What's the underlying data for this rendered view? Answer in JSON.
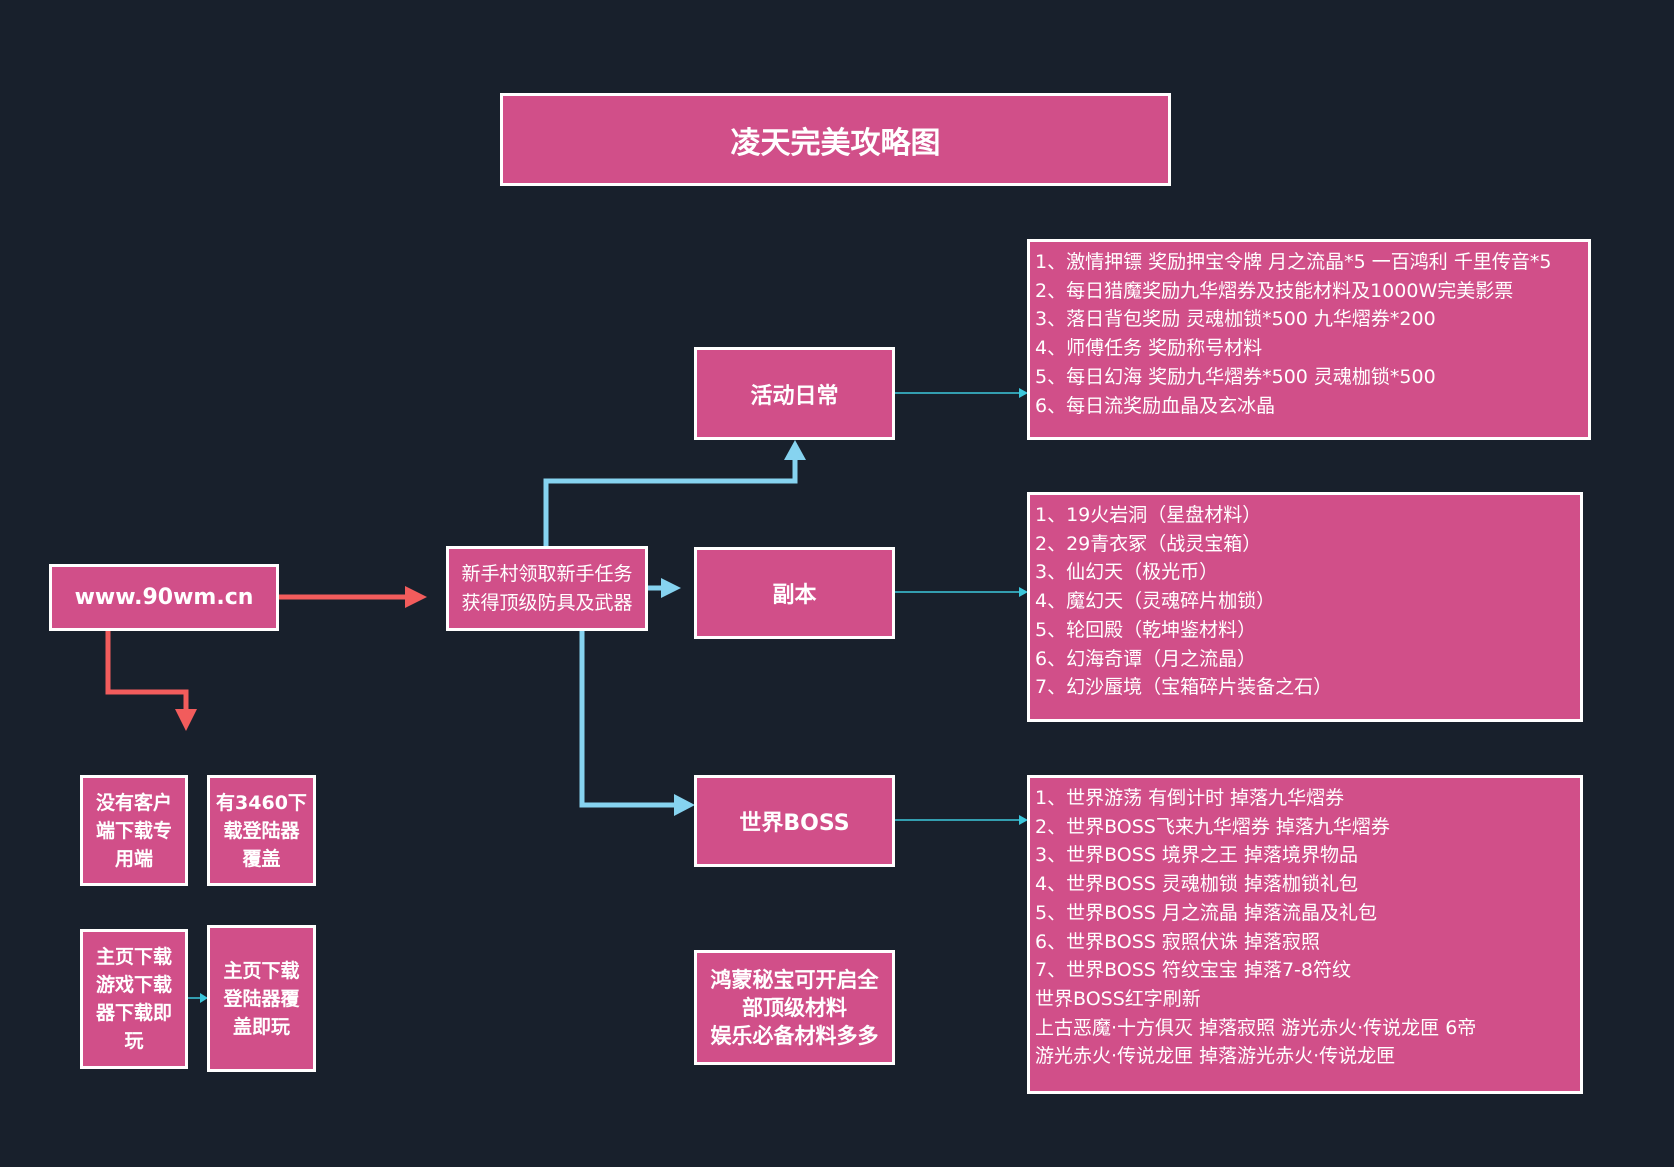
{
  "title": "凌天完美攻略图",
  "url_node": "www.90wm.cn",
  "newbie_node": [
    "新手村领取新手任务",
    "获得顶级防具及武器"
  ],
  "download_nodes": {
    "no_client": [
      "没有客户",
      "端下载专",
      "用端"
    ],
    "has_3460": [
      "有3460下",
      "载登陆器",
      "覆盖"
    ],
    "homepage_game": [
      "主页下载",
      "游戏下载",
      "器下载即",
      "玩"
    ],
    "homepage_launcher": [
      "主页下载",
      "登陆器覆",
      "盖即玩"
    ]
  },
  "categories": {
    "activity": {
      "label": "活动日常",
      "items": [
        "1、激情押镖 奖励押宝令牌 月之流晶*5 一百鸿利 千里传音*5",
        "2、每日猎魔奖励九华熠券及技能材料及1000W完美影票",
        "3、落日背包奖励 灵魂枷锁*500 九华熠券*200",
        "4、师傅任务 奖励称号材料",
        "5、每日幻海 奖励九华熠券*500 灵魂枷锁*500",
        "6、每日流奖励血晶及玄冰晶"
      ]
    },
    "dungeon": {
      "label": "副本",
      "items": [
        "1、19火岩洞（星盘材料）",
        "2、29青衣冢（战灵宝箱）",
        "3、仙幻天（极光币）",
        "4、魔幻天（灵魂碎片枷锁）",
        "5、轮回殿（乾坤鉴材料）",
        "6、幻海奇谭（月之流晶）",
        "7、幻沙蜃境（宝箱碎片装备之石）"
      ]
    },
    "world_boss": {
      "label": "世界BOSS",
      "items": [
        "1、世界游荡 有倒计时  掉落九华熠券",
        "2、世界BOSS飞来九华熠券 掉落九华熠券",
        "3、世界BOSS 境界之王 掉落境界物品",
        "4、世界BOSS 灵魂枷锁 掉落枷锁礼包",
        "5、世界BOSS 月之流晶 掉落流晶及礼包",
        "6、世界BOSS 寂照伏诛 掉落寂照",
        "7、世界BOSS 符纹宝宝 掉落7-8符纹",
        "世界BOSS红字刷新",
        "上古恶魔·十方俱灭 掉落寂照 游光赤火·传说龙匣 6帝",
        "游光赤火·传说龙匣 掉落游光赤火·传说龙匣"
      ]
    }
  },
  "hongmeng_node": [
    "鸿蒙秘宝可开启全",
    "部顶级材料",
    "娱乐必备材料多多"
  ],
  "colors": {
    "background": "#18202c",
    "node_fill": "#d14f89",
    "node_border": "#ffffff",
    "red_connector": "#f25c5c",
    "blue_connector": "#86d3f0",
    "thin_connector": "#3cc7dc"
  }
}
